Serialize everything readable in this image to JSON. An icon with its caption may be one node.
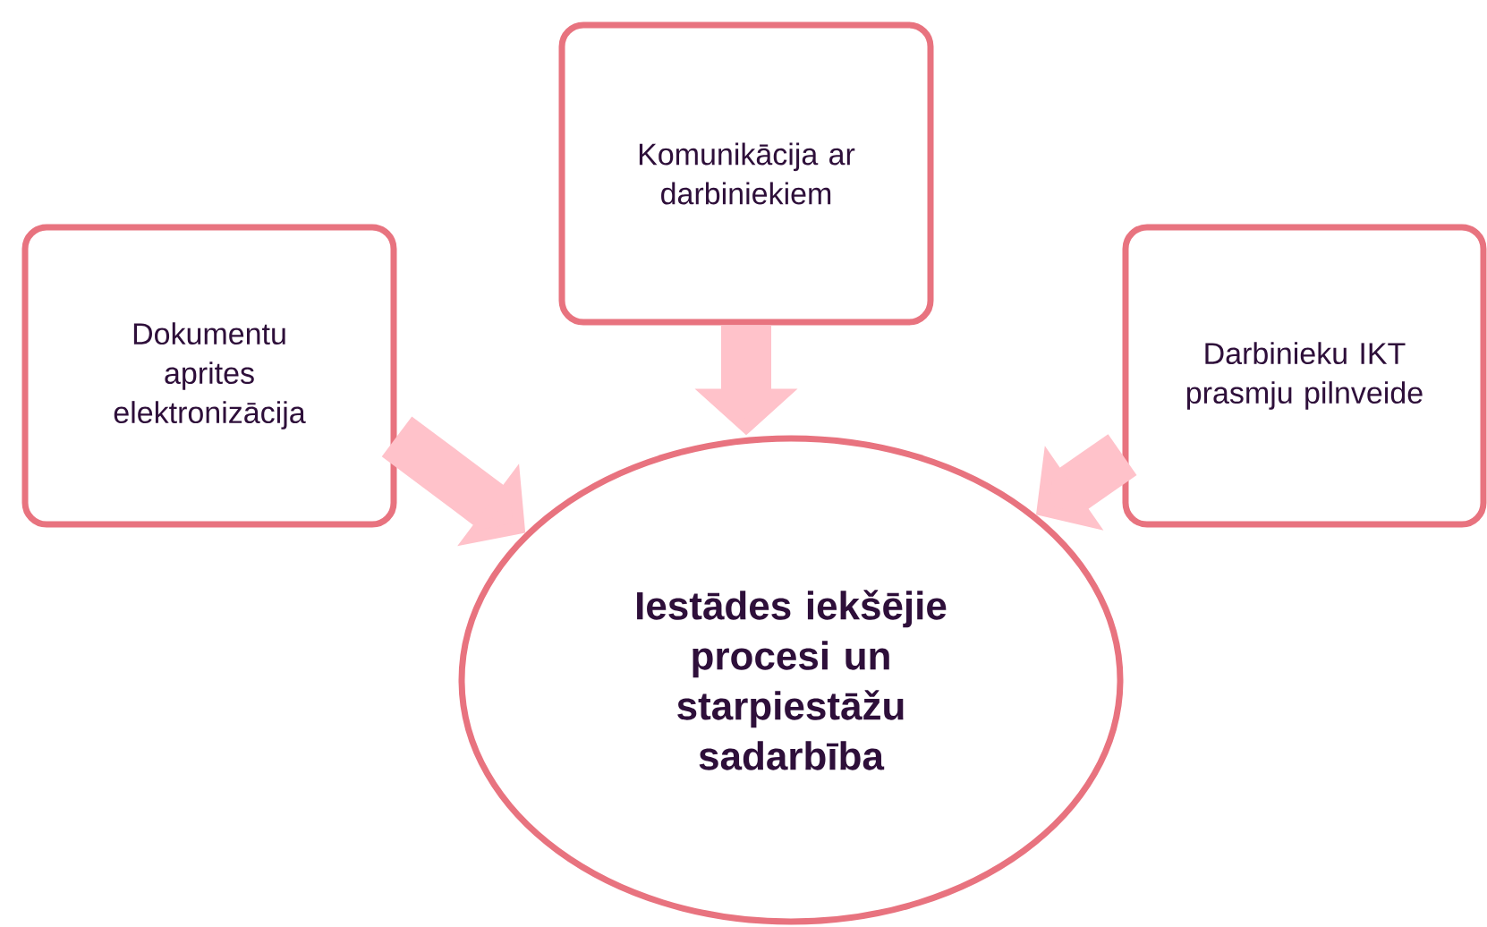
{
  "diagram": {
    "nodes": [
      {
        "text": [
          "Dokumentu aprites elektronizācija"
        ]
      },
      {
        "text": [
          "Komunikācija ar darbiniekiem"
        ]
      },
      {
        "text": [
          "Darbinieku IKT prasmju pilnveide"
        ]
      },
      {
        "text": [
          "Iestādes iekšējie procesi un starpiestāžu sadarbība"
        ]
      }
    ],
    "edges": [
      {
        "from": 0,
        "to": 3,
        "arrow": "to"
      },
      {
        "from": 1,
        "to": 3,
        "arrow": "to"
      },
      {
        "from": 2,
        "to": 3,
        "arrow": "to"
      }
    ]
  }
}
